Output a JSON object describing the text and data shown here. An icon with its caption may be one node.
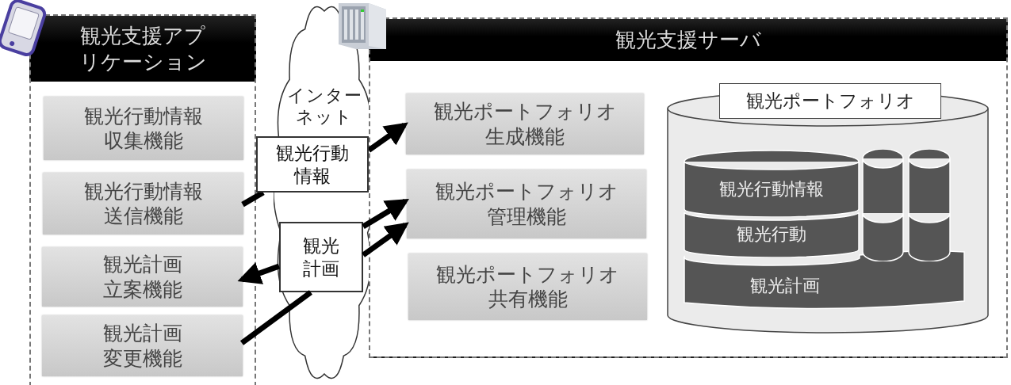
{
  "diagram": {
    "nodes": [
      {
        "text": [
          "観光支援アプリケーション"
        ]
      },
      {
        "text": [
          "観光行動情報収集機能"
        ],
        "in": 0
      },
      {
        "text": [
          "観光行動情報送信機能"
        ],
        "in": 0
      },
      {
        "text": [
          "観光計画立案機能"
        ],
        "in": 0
      },
      {
        "text": [
          "観光計画変更機能"
        ],
        "in": 0
      },
      {
        "text": [
          "インターネット"
        ]
      },
      {
        "text": [
          "観光行動情報"
        ]
      },
      {
        "text": [
          "観光計画"
        ],
        "in": 5
      },
      {
        "text": [
          "観光支援サーバ"
        ]
      },
      {
        "text": [
          "観光ポートフォリオ生成機能"
        ],
        "in": 8
      },
      {
        "text": [
          "観光ポートフォリオ管理機能"
        ],
        "in": 8
      },
      {
        "text": [
          "観光ポートフォリオ共有機能"
        ],
        "in": 8
      },
      {
        "text": [
          "観光ポートフォリオ"
        ],
        "in": 8
      },
      {
        "text": [
          "観光行動情報"
        ],
        "in": 12
      },
      {
        "text": [
          "観光行動"
        ],
        "in": 12
      },
      {
        "text": [
          "観光計画"
        ],
        "in": 12
      },
      {
        "text": [],
        "shape": "cylinder",
        "in": 12
      },
      {
        "text": [],
        "shape": "cylinder",
        "in": 12
      }
    ],
    "edges": [
      {
        "from": 2,
        "to": 6,
        "arrow": "none"
      },
      {
        "from": 6,
        "to": 9,
        "arrow": "to"
      },
      {
        "from": 7,
        "to": 10,
        "arrow": "to"
      },
      {
        "from": 7,
        "to": 10,
        "arrow": "to"
      },
      {
        "from": 7,
        "to": 3,
        "arrow": "to"
      },
      {
        "from": 4,
        "to": 7,
        "arrow": "none"
      }
    ]
  }
}
